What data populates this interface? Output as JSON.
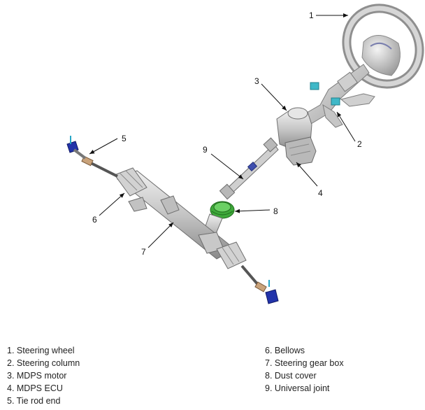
{
  "callouts": [
    "1",
    "2",
    "3",
    "4",
    "5",
    "6",
    "7",
    "8",
    "9"
  ],
  "legend": {
    "left": [
      "1. Steering wheel",
      "2. Steering column",
      "3. MDPS motor",
      "4. MDPS ECU",
      "5. Tie rod end"
    ],
    "right": [
      "6. Bellows",
      "7. Steering gear box",
      "8. Dust cover",
      "9. Universal joint"
    ]
  },
  "colors": {
    "metal_light": "#dcdcdc",
    "metal_mid": "#b4b4b4",
    "metal_dark": "#7a7a7a",
    "bracket_cyan": "#3fb8c8",
    "dust_cover_green": "#3ea83a",
    "tie_rod_blue": "#2233aa",
    "tie_rod_tan": "#c9a27a"
  }
}
